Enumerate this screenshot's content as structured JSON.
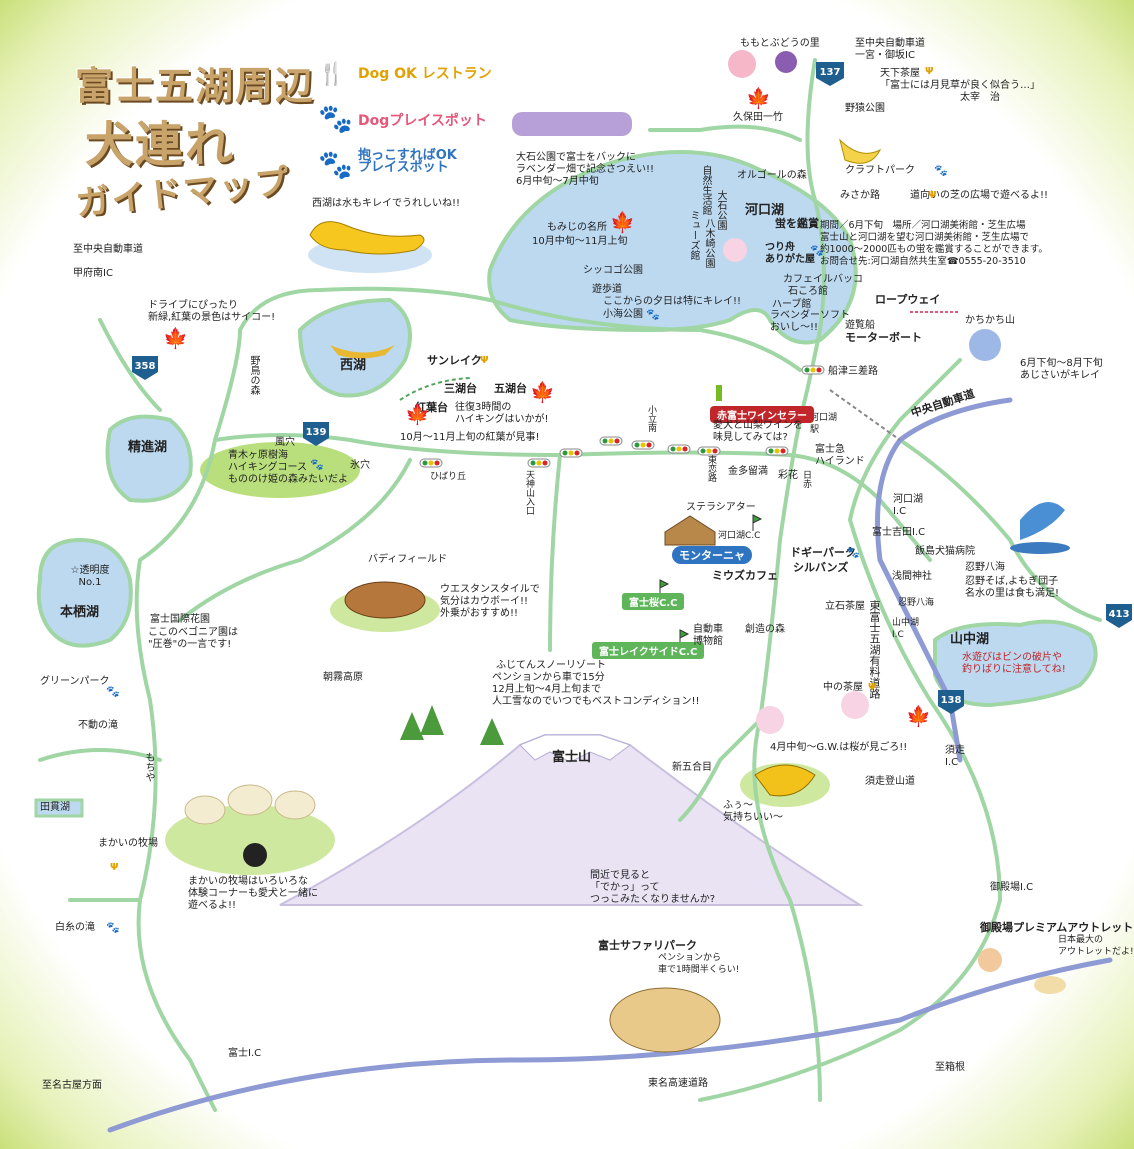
{
  "title": {
    "line1": "富士五湖周辺",
    "line2": "犬連れ",
    "line3": "ガイドマップ"
  },
  "legend": {
    "restaurant": "Dog OK レストラン",
    "place": "Dogプレイスポット",
    "carry": "抱っこすればOK\nプレイスポット",
    "colors": {
      "restaurant": "#e1a100",
      "place": "#e7577a",
      "carry": "#2f74c0"
    }
  },
  "colors": {
    "road": "#9fd6a4",
    "highway": "#8e9ad4",
    "lake": "#bcd9f0",
    "grass": "#b9df7d",
    "accent": "#c0262a"
  },
  "lakes": {
    "motosu": "本栖湖",
    "motosu_note": "☆透明度\nNo.1",
    "shoji": "精進湖",
    "sai": "西湖",
    "kawaguchi": "河口湖",
    "yamanaka": "山中湖",
    "fuji": "富士山",
    "tanuki": "田貫湖"
  },
  "routes": {
    "r137": "137",
    "r358": "358",
    "r139": "139",
    "r138": "138",
    "r413": "413"
  },
  "labels": {
    "top_highway": "至中央自動車道\n一宮・御坂IC",
    "momo": "ももとぶどうの里",
    "tenka": "天下茶屋",
    "dazai": "「富士には月見草が良く似合う…」\n　　　　　　　　太宰　治",
    "kubota": "久保田一竹",
    "yaen": "野猿公園",
    "ooishi_note": "大石公園で富士をバックに\nラベンダー畑で記念さつえい!!\n6月中旬〜7月中旬",
    "orgel": "オルゴールの森",
    "craft": "クラフトパーク",
    "misaka": "みさか路",
    "misaka_note": "道向いの芝の広場で遊べるよ!!",
    "hotaru": "蛍を鑑賞",
    "hotaru_note": "期間／6月下旬　場所／河口湖美術館・芝生広場\n富士山と河口湖を望む河口湖美術館・芝生広場で\n約1000〜2000匹もの蛍を鑑賞することができます。\nお問合せ先:河口湖自然共生室☎0555-20-3510",
    "shizen": "自然生活館",
    "ooishi": "大石公園",
    "yagisaki": "八木崎公園",
    "muse": "ミューズ館",
    "tsuribune": "つり舟\nありがた屋",
    "momiji": "もみじの名所",
    "momiji_note": "10月中旬〜11月上旬",
    "shikkogo": "シッコゴ公園",
    "yuhodo": "遊歩道",
    "sunset": "ここからの夕日は特にキレイ!!",
    "koumi": "小海公園",
    "cafe": "カフェイルバッコ",
    "ishikoro": "石ころ館",
    "herb": "ハーブ館",
    "lavender": "ラベンダーソフト\nおいし〜!!",
    "ropeway": "ロープウェイ",
    "kachikachi": "かちかち山",
    "yuransen": "遊覧船",
    "motorboat": "モーターボート",
    "ajisai": "6月下旬〜8月下旬\nあじさいがキレイ",
    "funatsu": "船津三差路",
    "chuo_exp": "中央自動車道",
    "kawaguchiko_st": "河口湖\n駅",
    "akafuji": "赤富士ワインセラー",
    "wine_note": "愛犬と山梨ワインを\n味見してみては?",
    "highland": "富士急\nハイランド",
    "kawaguchiko_ic": "河口湖\nI.C",
    "fujiyoshida_ic": "富士吉田I.C",
    "iijima": "飯島犬猫病院",
    "sengen": "浅間神社",
    "oshino": "忍野八海",
    "oshino_note": "忍野そば,よもぎ団子\n名水の里は食も満足!",
    "oshino_rd": "忍野八海",
    "yamanaka_ic": "山中湖\nI.C",
    "yamanaka_note": "水遊びはビンの破片や\n釣りばりに注意してね!",
    "kanemizu": "金多留満",
    "saika": "彩花",
    "hiaka": "日赤",
    "stella": "ステラシアター",
    "kawaguchiko_cc": "河口湖C.C",
    "monterna": "モンターニャ",
    "doggy": "ドギーパーク",
    "silvans": "シルバンズ",
    "mius": "ミウズカフェ",
    "tateishi": "立石茶屋",
    "fujisakura": "富士桜C.C",
    "lakeside": "富士レイクサイドC.C",
    "jidosha": "自動車\n博物館",
    "souzou": "創造の森",
    "yuryo": "東富士五湖有料道路",
    "naka": "中の茶屋",
    "sakura_note": "4月中旬〜G.W.は桜が見ごろ!!",
    "shingogome": "新五合目",
    "subashiri_trail": "須走登山道",
    "subashiri_ic": "須走\nI.C",
    "fuu": "ふぅ〜\n気持ちいい〜",
    "gotemba_ic": "御殿場I.C",
    "outlet": "御殿場プレミアムアウトレット",
    "outlet_note": "日本最大の\nアウトレットだよ!",
    "shihakone": "至箱根",
    "saiko_note": "西湖は水もキレイでうれしいね!!",
    "kofu": "至中央自動車道\n\n甲府南IC",
    "drive": "ドライブにぴったり\n新緑,紅葉の景色はサイコー!",
    "nochori": "野鳥の森",
    "sunlake": "サンレイク",
    "sanko": "三湖台",
    "goko": "五湖台",
    "koyodai": "紅葉台",
    "hike_note": "往復3時間の\nハイキングはいかが!",
    "koyo_note": "10月〜11月上旬の紅葉が見事!",
    "fuketsu": "風穴",
    "aoki_note": "青木ヶ原樹海\nハイキングコース\nもののけ姫の森みたいだよ",
    "hyoketsu": "氷穴",
    "hibarigaoka": "ひばり丘",
    "tenjin": "天神山入口",
    "koidemachi": "小立南",
    "higashi": "東恋路",
    "buddy": "バディフィールド",
    "western": "ウエスタンスタイルで\n気分はカウボーイ!!\n外乗がおすすめ!!",
    "hana": "富士国際花園",
    "begonia": "ここのベゴニア園は\n\"圧巻\"の一言です!",
    "green": "グリーンパーク",
    "fudo": "不動の滝",
    "asagiri": "朝霧高原",
    "mochiya": "もちや",
    "snow": "ふじてんスノーリゾート",
    "snow_note": "ペンションから車で15分\n12月上旬〜4月上旬まで\n人工雪なのでいつでもベストコンディション!!",
    "makai": "まかいの牧場",
    "makai_note": "まかいの牧場はいろいろな\n体験コーナーも愛犬と一緒に\n遊べるよ!!",
    "shiraito": "白糸の滝",
    "dekka": "間近で見ると\n「でかっ」って\nつっこみたくなりませんか?",
    "safari": "富士サファリパーク",
    "safari_note": "ペンションから\n車で1時間半くらい!",
    "fuji_ic": "富士I.C",
    "nagoya": "至名古屋方面",
    "tomei": "東名高速道路"
  }
}
